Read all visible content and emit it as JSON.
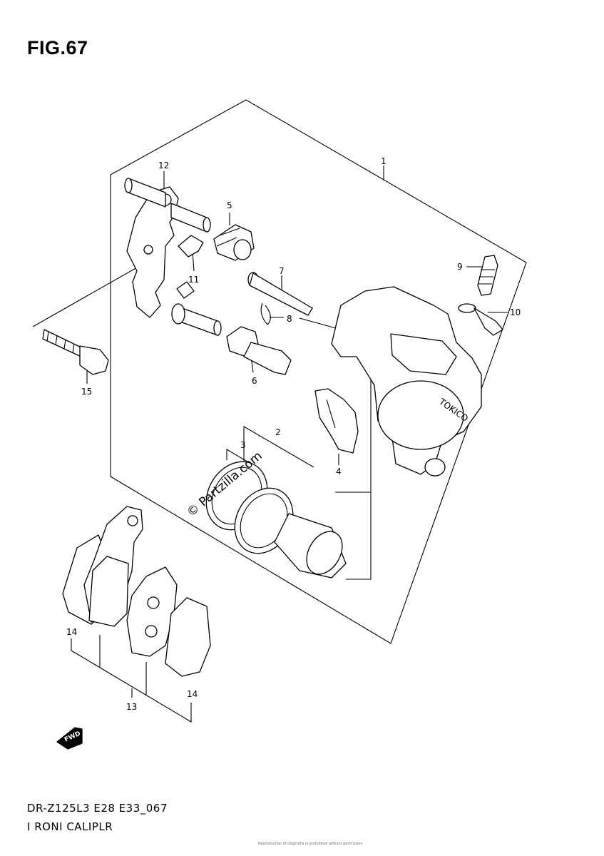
{
  "figure_title": "FIG.67",
  "diagram_code": "DR-Z125L3 E28 E33_067",
  "diagram_name": "I RONI CALIPLR",
  "watermark": "© Partzilla.com",
  "caliper_brand_text": "TOKICO",
  "direction_arrow_text": "FWD",
  "fine_print": "Reproduction of diagrams is prohibited without permission",
  "callouts": [
    {
      "id": "1",
      "label": "1"
    },
    {
      "id": "2",
      "label": "2"
    },
    {
      "id": "3",
      "label": "3"
    },
    {
      "id": "4",
      "label": "4"
    },
    {
      "id": "5",
      "label": "5"
    },
    {
      "id": "6",
      "label": "6"
    },
    {
      "id": "7",
      "label": "7"
    },
    {
      "id": "8",
      "label": "8"
    },
    {
      "id": "9",
      "label": "9"
    },
    {
      "id": "10",
      "label": "10"
    },
    {
      "id": "11",
      "label": "11"
    },
    {
      "id": "12",
      "label": "12"
    },
    {
      "id": "13",
      "label": "13"
    },
    {
      "id": "14a",
      "label": "14"
    },
    {
      "id": "14b",
      "label": "14"
    },
    {
      "id": "15",
      "label": "15"
    }
  ]
}
